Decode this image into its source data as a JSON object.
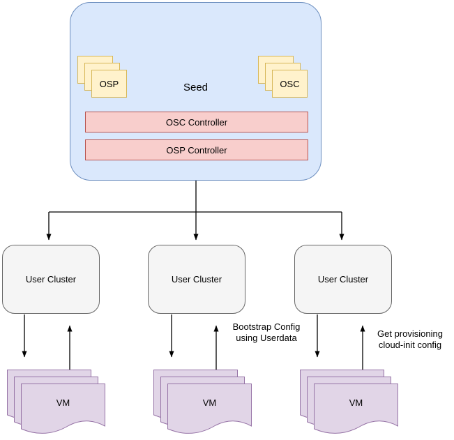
{
  "diagram": {
    "seed": {
      "label": "Seed",
      "osp_stack": {
        "label": "OSP"
      },
      "osc_stack": {
        "label": "OSC"
      },
      "controllers": [
        {
          "label": "OSC Controller"
        },
        {
          "label": "OSP Controller"
        }
      ]
    },
    "clusters": [
      {
        "label": "User Cluster"
      },
      {
        "label": "User Cluster"
      },
      {
        "label": "User Cluster"
      }
    ],
    "vm_stacks": [
      {
        "label": "VM"
      },
      {
        "label": "VM"
      },
      {
        "label": "VM"
      }
    ],
    "edge_labels": [
      {
        "text": "Bootstrap Config\nusing Userdata"
      },
      {
        "text": "Get provisioning\ncloud-init config"
      }
    ],
    "colors": {
      "seed_fill": "#dae8fc",
      "seed_stroke": "#6c8ebf",
      "note_fill": "#fff2cc",
      "note_stroke": "#d6b656",
      "controller_fill": "#f8cecc",
      "controller_stroke": "#b85450",
      "cluster_fill": "#f5f5f5",
      "cluster_stroke": "#666666",
      "vm_fill": "#e1d5e7",
      "vm_stroke": "#9673a6",
      "arrow": "#000000"
    }
  }
}
